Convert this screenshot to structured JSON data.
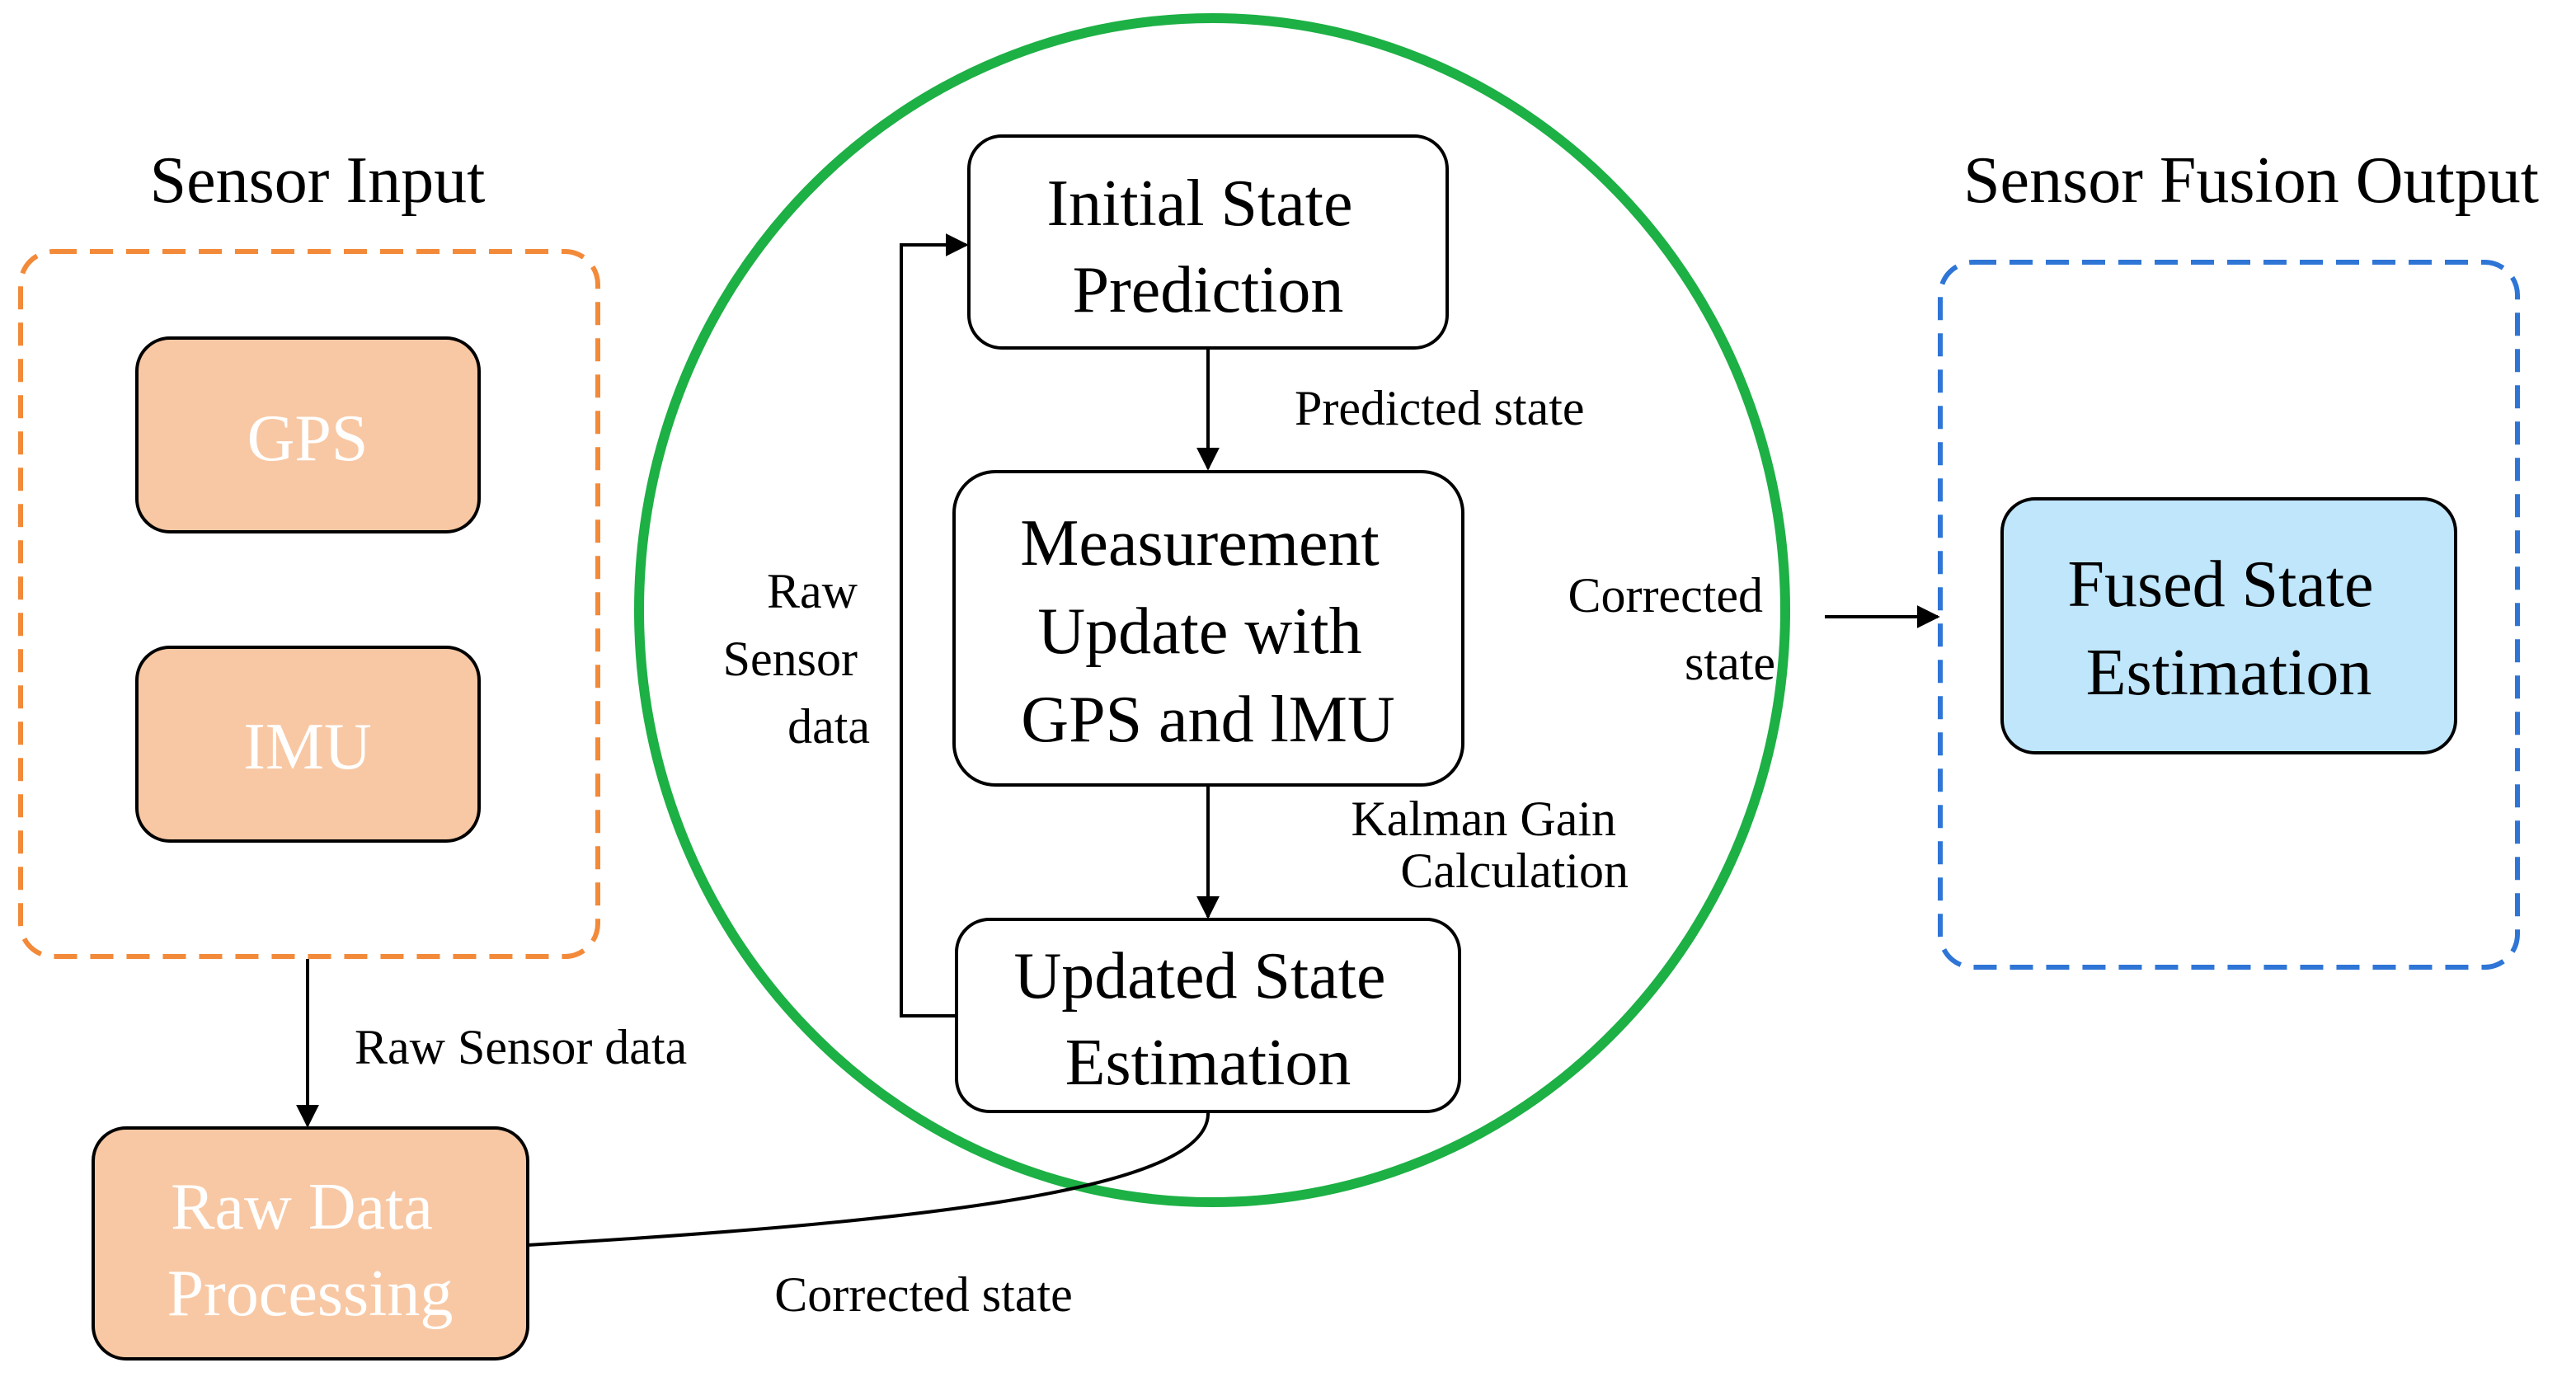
{
  "sections": {
    "input_title": "Sensor Input",
    "output_title": "Sensor Fusion Output"
  },
  "nodes": {
    "gps": "GPS",
    "imu": "IMU",
    "raw_processing": [
      "Raw Data",
      "Processing"
    ],
    "initial_prediction": [
      "Initial State",
      "Prediction"
    ],
    "measurement_update": [
      "Measurement",
      "Update with",
      "GPS and lMU"
    ],
    "updated_estimation": [
      "Updated State",
      "Estimation"
    ],
    "fused_estimation": [
      "Fused State",
      "Estimation"
    ]
  },
  "edges": {
    "raw_sensor_data": "Raw Sensor data",
    "predicted_state": "Predicted state",
    "kalman_gain": [
      "Kalman Gain",
      "Calculation"
    ],
    "loop_raw_sensor": [
      "Raw",
      "Sensor",
      "data"
    ],
    "corrected_state_right": [
      "Corrected",
      "state"
    ],
    "corrected_state_bottom": "Corrected state"
  },
  "colors": {
    "orange_dash": "#f28a3a",
    "orange_fill": "#f8c8a4",
    "green_circle": "#1db045",
    "blue_dash": "#2e75d6",
    "blue_fill": "#bfe6fb"
  }
}
